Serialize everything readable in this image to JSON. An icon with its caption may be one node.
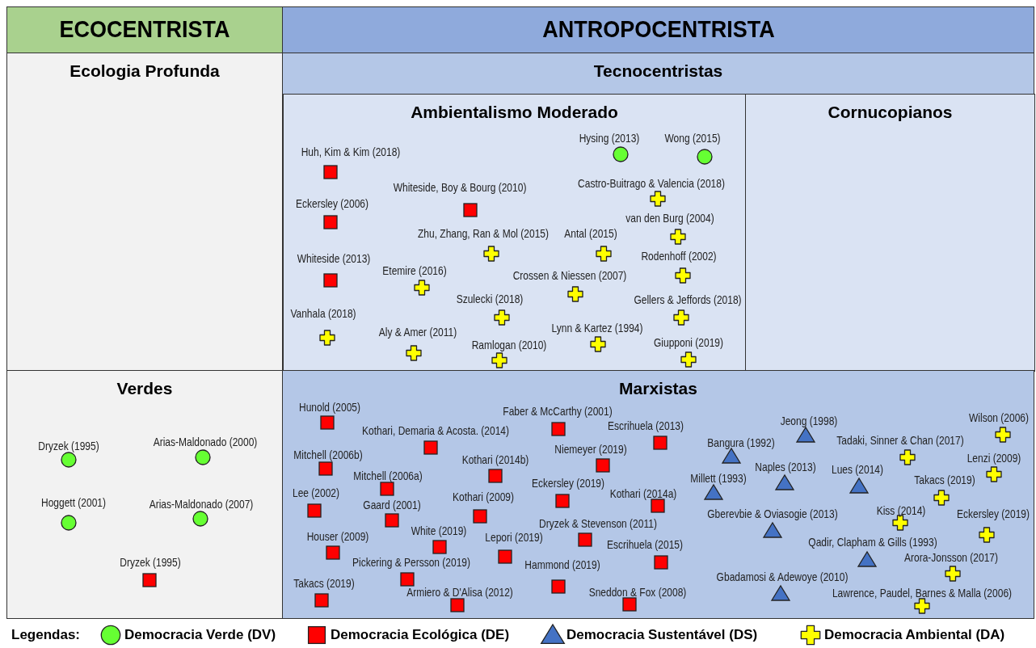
{
  "diagram": {
    "nodes": [
      {
        "text": [
          "ECOCENTRISTA"
        ]
      },
      {
        "text": [
          "ANTROPOCENTRISTA"
        ]
      },
      {
        "text": [
          "Ecologia Profunda"
        ]
      },
      {
        "text": [
          "Tecnocentristas"
        ]
      },
      {
        "text": [
          "Ambientalismo Moderado"
        ],
        "in": 3
      },
      {
        "text": [],
        "shape": "box",
        "in": 4,
        "beside": [
          "Huh, Kim & Kim (2018)"
        ]
      },
      {
        "text": [],
        "shape": "circle",
        "in": 4,
        "beside": [
          "Hysing (2013)"
        ]
      },
      {
        "text": [],
        "shape": "circle",
        "in": 4,
        "beside": [
          "Wong (2015)"
        ]
      },
      {
        "text": [],
        "shape": "box",
        "in": 4,
        "beside": [
          "Whiteside, Boy & Bourg (2010)"
        ]
      },
      {
        "text": [],
        "shape": "box",
        "in": 4,
        "beside": [
          "Eckersley (2006)"
        ]
      },
      {
        "text": [],
        "shape": "cross",
        "in": 4,
        "beside": [
          "Castro-Buitrago & Valencia (2018)"
        ]
      },
      {
        "text": [],
        "shape": "cross",
        "in": 4,
        "beside": [
          "van den Burg (2004)"
        ]
      },
      {
        "text": [],
        "shape": "cross",
        "in": 4,
        "beside": [
          "Zhu, Zhang, Ran & Mol (2015)"
        ]
      },
      {
        "text": [],
        "shape": "cross",
        "in": 4,
        "beside": [
          "Antal (2015)"
        ]
      },
      {
        "text": [],
        "shape": "box",
        "in": 4,
        "beside": [
          "Whiteside (2013)"
        ]
      },
      {
        "text": [],
        "shape": "cross",
        "in": 4,
        "beside": [
          "Rodenhoff (2002)"
        ]
      },
      {
        "text": [],
        "shape": "cross",
        "in": 4,
        "beside": [
          "Etemire (2016)"
        ]
      },
      {
        "text": [],
        "shape": "cross",
        "in": 4,
        "beside": [
          "Crossen & Niessen (2007)"
        ]
      },
      {
        "text": [],
        "shape": "cross",
        "in": 4,
        "beside": [
          "Szulecki (2018)"
        ]
      },
      {
        "text": [],
        "shape": "cross",
        "in": 4,
        "beside": [
          "Gellers & Jeffords (2018)"
        ]
      },
      {
        "text": [],
        "shape": "cross",
        "in": 4,
        "beside": [
          "Vanhala (2018)"
        ]
      },
      {
        "text": [],
        "shape": "cross",
        "in": 4,
        "beside": [
          "Aly & Amer (2011)"
        ]
      },
      {
        "text": [],
        "shape": "cross",
        "in": 4,
        "beside": [
          "Lynn & Kartez (1994)"
        ]
      },
      {
        "text": [],
        "shape": "cross",
        "in": 4,
        "beside": [
          "Ramlogan (2010)"
        ]
      },
      {
        "text": [],
        "shape": "cross",
        "in": 4,
        "beside": [
          "Giupponi (2019)"
        ]
      },
      {
        "text": [
          "Cornucopianos"
        ],
        "in": 3
      },
      {
        "text": [
          "Verdes"
        ]
      },
      {
        "text": [],
        "shape": "circle",
        "in": 26,
        "beside": [
          "Dryzek (1995)"
        ]
      },
      {
        "text": [],
        "shape": "circle",
        "in": 26,
        "beside": [
          "Arias-Maldonado (2000)"
        ]
      },
      {
        "text": [],
        "shape": "circle",
        "in": 26,
        "beside": [
          "Hoggett (2001)"
        ]
      },
      {
        "text": [],
        "shape": "circle",
        "in": 26,
        "beside": [
          "Arias-Maldonado (2007)"
        ]
      },
      {
        "text": [],
        "shape": "box",
        "in": 26,
        "beside": [
          "Dryzek (1995)"
        ]
      },
      {
        "text": [
          "Marxistas"
        ]
      },
      {
        "text": [],
        "shape": "box",
        "in": 32,
        "beside": [
          "Hunold (2005)"
        ]
      },
      {
        "text": [],
        "shape": "box",
        "in": 32,
        "beside": [
          "Faber & McCarthy (2001)"
        ]
      },
      {
        "text": [],
        "shape": "box",
        "in": 32,
        "beside": [
          "Kothari, Demaria & Acosta. (2014)"
        ]
      },
      {
        "text": [],
        "shape": "box",
        "in": 32,
        "beside": [
          "Escrihuela (2013)"
        ]
      },
      {
        "text": [],
        "shape": "box",
        "in": 32,
        "beside": [
          "Mitchell (2006b)"
        ]
      },
      {
        "text": [],
        "shape": "box",
        "in": 32,
        "beside": [
          "Niemeyer (2019)"
        ]
      },
      {
        "text": [],
        "shape": "box",
        "in": 32,
        "beside": [
          "Kothari (2014b)"
        ]
      },
      {
        "text": [],
        "shape": "box",
        "in": 32,
        "beside": [
          "Mitchell (2006a)"
        ]
      },
      {
        "text": [],
        "shape": "box",
        "in": 32,
        "beside": [
          "Eckersley (2019)"
        ]
      },
      {
        "text": [],
        "shape": "box",
        "in": 32,
        "beside": [
          "Lee (2002)"
        ]
      },
      {
        "text": [],
        "shape": "box",
        "in": 32,
        "beside": [
          "Kothari (2014a)"
        ]
      },
      {
        "text": [],
        "shape": "box",
        "in": 32,
        "beside": [
          "Kothari (2009)"
        ]
      },
      {
        "text": [],
        "shape": "box",
        "in": 32,
        "beside": [
          "Gaard (2001)"
        ]
      },
      {
        "text": [],
        "shape": "box",
        "in": 32,
        "beside": [
          "Dryzek & Stevenson (2011)"
        ]
      },
      {
        "text": [],
        "shape": "box",
        "in": 32,
        "beside": [
          "White (2019)"
        ]
      },
      {
        "text": [],
        "shape": "box",
        "in": 32,
        "beside": [
          "Lepori (2019)"
        ]
      },
      {
        "text": [],
        "shape": "box",
        "in": 32,
        "beside": [
          "Houser (2009)"
        ]
      },
      {
        "text": [],
        "shape": "box",
        "in": 32,
        "beside": [
          "Escrihuela (2015)"
        ]
      },
      {
        "text": [],
        "shape": "box",
        "in": 32,
        "beside": [
          "Pickering & Persson (2019)"
        ]
      },
      {
        "text": [],
        "shape": "box",
        "in": 32,
        "beside": [
          "Hammond (2019)"
        ]
      },
      {
        "text": [],
        "shape": "box",
        "in": 32,
        "beside": [
          "Takacs (2019)"
        ]
      },
      {
        "text": [],
        "shape": "box",
        "in": 32,
        "beside": [
          "Armiero & D'Alisa (2012)"
        ]
      },
      {
        "text": [],
        "shape": "box",
        "in": 32,
        "beside": [
          "Sneddon & Fox (2008)"
        ]
      },
      {
        "text": [],
        "shape": "triangle",
        "in": 32,
        "beside": [
          "Bangura (1992)"
        ]
      },
      {
        "text": [],
        "shape": "triangle",
        "in": 32,
        "beside": [
          "Jeong (1998)"
        ]
      },
      {
        "text": [],
        "shape": "triangle",
        "in": 32,
        "beside": [
          "Millett (1993)"
        ]
      },
      {
        "text": [],
        "shape": "triangle",
        "in": 32,
        "beside": [
          "Naples (2013)"
        ]
      },
      {
        "text": [],
        "shape": "triangle",
        "in": 32,
        "beside": [
          "Lues (2014)"
        ]
      },
      {
        "text": [],
        "shape": "triangle",
        "in": 32,
        "beside": [
          "Gberevbie & Oviasogie (2013)"
        ]
      },
      {
        "text": [],
        "shape": "triangle",
        "in": 32,
        "beside": [
          "Qadir, Clapham & Gills (1993)"
        ]
      },
      {
        "text": [],
        "shape": "triangle",
        "in": 32,
        "beside": [
          "Gbadamosi & Adewoye (2010)"
        ]
      },
      {
        "text": [],
        "shape": "cross",
        "in": 32,
        "beside": [
          "Wilson (2006)"
        ]
      },
      {
        "text": [],
        "shape": "cross",
        "in": 32,
        "beside": [
          "Tadaki, Sinner & Chan (2017)"
        ]
      },
      {
        "text": [],
        "shape": "cross",
        "in": 32,
        "beside": [
          "Lenzi (2009)"
        ]
      },
      {
        "text": [],
        "shape": "cross",
        "in": 32,
        "beside": [
          "Takacs (2019)"
        ]
      },
      {
        "text": [],
        "shape": "cross",
        "in": 32,
        "beside": [
          "Kiss (2014)"
        ]
      },
      {
        "text": [],
        "shape": "cross",
        "in": 32,
        "beside": [
          "Eckersley (2019)"
        ]
      },
      {
        "text": [],
        "shape": "cross",
        "in": 32,
        "beside": [
          "Arora-Jonsson (2017)"
        ]
      },
      {
        "text": [],
        "shape": "cross",
        "in": 32,
        "beside": [
          "Lawrence, Paudel, Barnes & Malla (2006)"
        ]
      }
    ],
    "labels": [
      "Legendas:"
    ],
    "legend": [
      {
        "text": "Democracia Verde (DV)"
      },
      {
        "text": "Democracia Ecológica (DE)"
      },
      {
        "text": "Democracia Sustentável (DS)"
      },
      {
        "text": "Democracia Ambiental (DA)"
      }
    ]
  }
}
